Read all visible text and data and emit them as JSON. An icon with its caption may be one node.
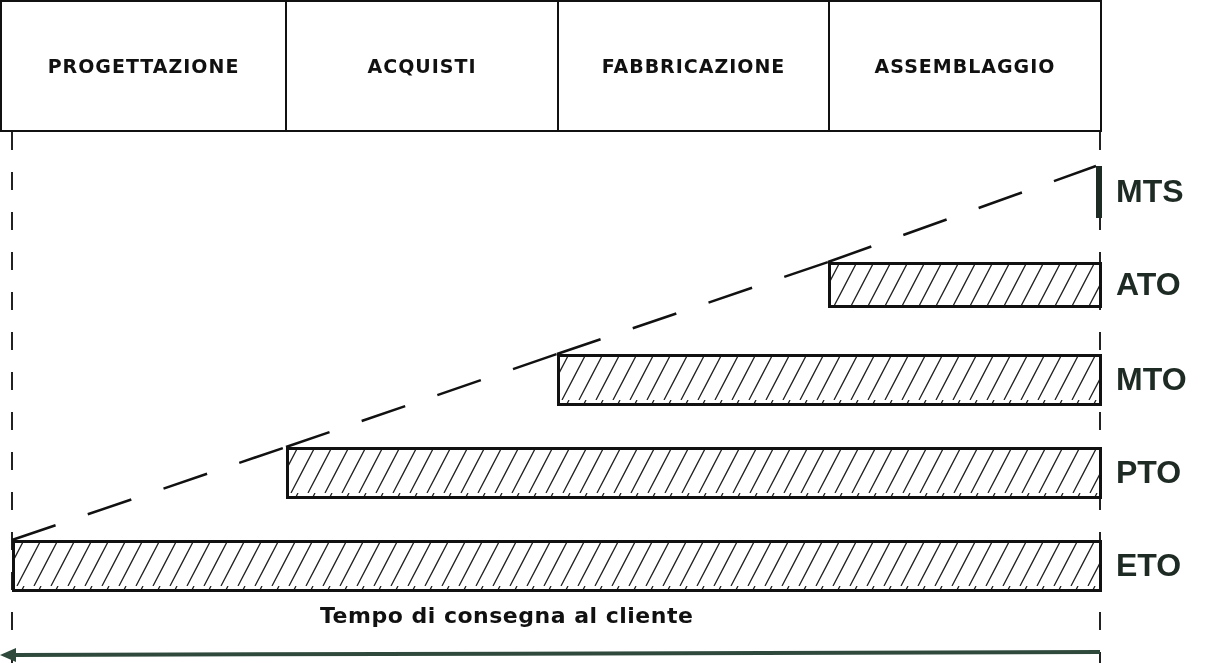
{
  "diagram": {
    "nodes": [
      {
        "text": [
          "PROGETTAZIONE"
        ]
      },
      {
        "text": [
          "ACQUISTI"
        ]
      },
      {
        "text": [
          "FABBRICAZIONE"
        ]
      },
      {
        "text": [
          "ASSEMBLAGGIO"
        ]
      },
      {
        "text": [],
        "shape": "bar",
        "beside": [
          "MTS"
        ]
      },
      {
        "text": [],
        "shape": "bar",
        "beside": [
          "ATO"
        ]
      },
      {
        "text": [],
        "shape": "bar",
        "beside": [
          "MTO"
        ]
      },
      {
        "text": [],
        "shape": "bar",
        "beside": [
          "PTO"
        ]
      },
      {
        "text": [],
        "shape": "bar",
        "beside": [
          "ETO"
        ]
      }
    ],
    "edges": [
      {
        "from": 8,
        "to": 7,
        "arrow": "none",
        "style": "dashed"
      },
      {
        "from": 7,
        "to": 6,
        "arrow": "none",
        "style": "dashed"
      },
      {
        "from": 6,
        "to": 5,
        "arrow": "none",
        "style": "dashed"
      },
      {
        "from": 5,
        "to": 4,
        "arrow": "none",
        "style": "dashed"
      }
    ],
    "labels": [
      "Tempo di consegna al cliente"
    ]
  }
}
